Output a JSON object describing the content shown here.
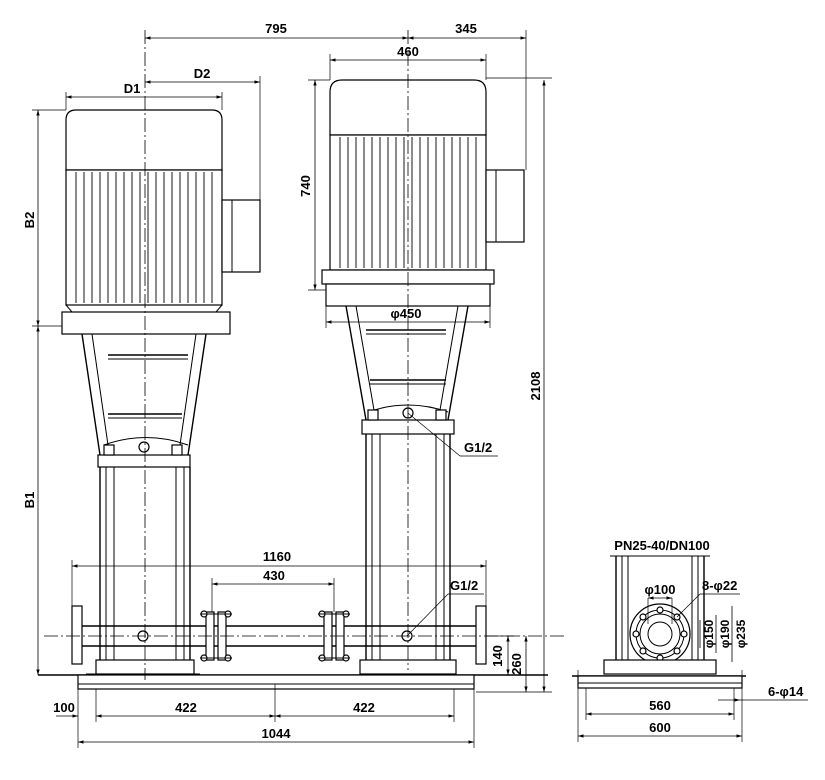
{
  "dimensions": {
    "top_left": "795",
    "top_right": "345",
    "motor_width": "460",
    "d1": "D1",
    "d2": "D2",
    "b1": "B1",
    "b2": "B2",
    "motor_height": "740",
    "flange_dia": "φ450",
    "total_height": "2108",
    "gauge_top": "G1/2",
    "gauge_bottom": "G1/2",
    "pipe_span": "1160",
    "flange_gap": "430",
    "h140": "140",
    "h260": "260",
    "base_100": "100",
    "base_422_left": "422",
    "base_422_right": "422",
    "base_total": "1044",
    "spec": "PN25-40/DN100",
    "bore": "φ100",
    "bolts": "8-φ22",
    "d150": "φ150",
    "d190": "φ190",
    "d235": "φ235",
    "side_560": "560",
    "side_600": "600",
    "anchor_holes": "6-φ14"
  }
}
